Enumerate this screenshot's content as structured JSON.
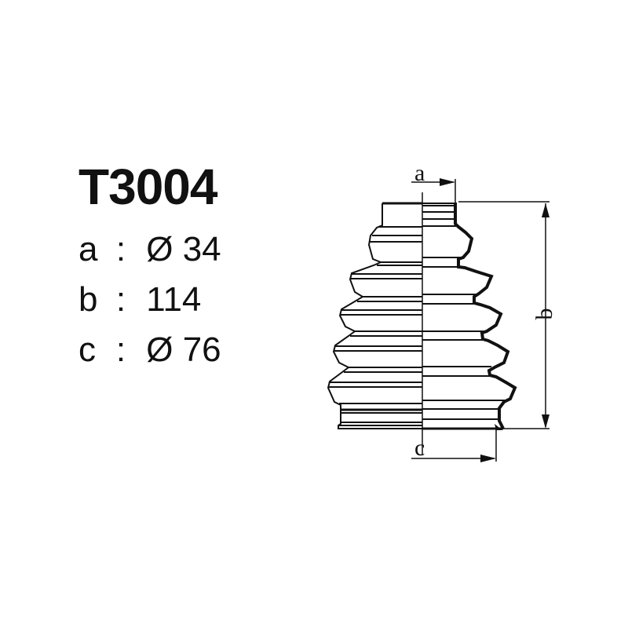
{
  "part": {
    "code": "T3004",
    "specs": [
      {
        "key": "a",
        "sep": ":",
        "symbol": "Ø",
        "value": "34"
      },
      {
        "key": "b",
        "sep": ":",
        "symbol": "",
        "value": "114"
      },
      {
        "key": "c",
        "sep": ":",
        "symbol": "Ø",
        "value": "76"
      }
    ]
  },
  "diagram": {
    "labels": {
      "a": "a",
      "b": "b",
      "c": "c"
    },
    "description": "CV joint boot cross-section drawing"
  }
}
